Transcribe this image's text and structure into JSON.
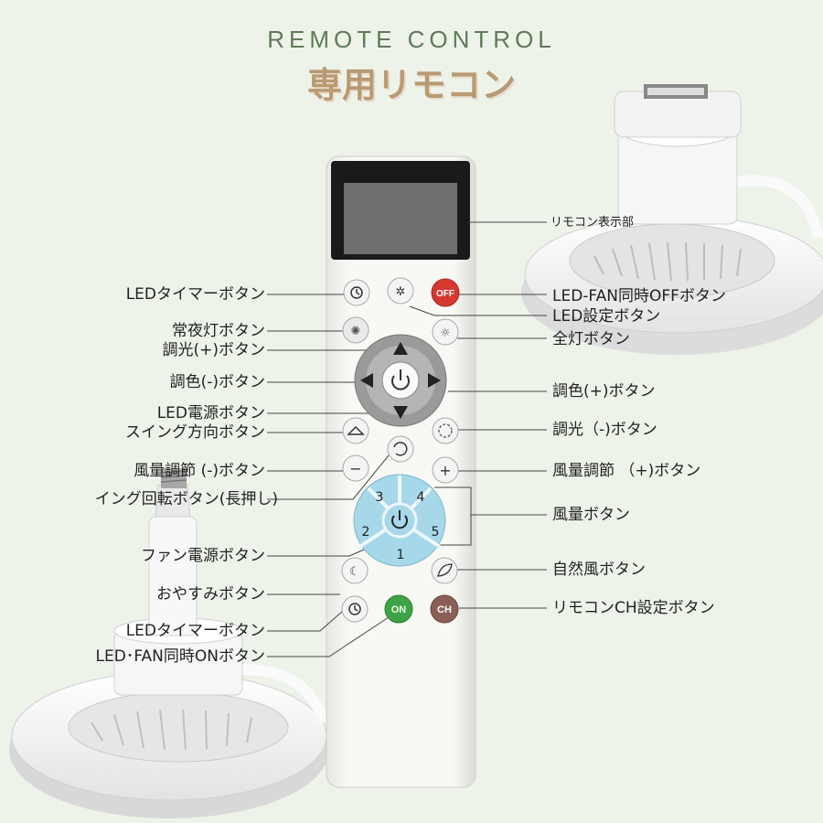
{
  "header": {
    "title_en": "REMOTE CONTROL",
    "title_ja": "専用リモコン"
  },
  "remote": {
    "off_label": "OFF",
    "on_label": "ON",
    "ch_label": "CH",
    "minus_symbol": "−",
    "plus_symbol": "+",
    "speeds": [
      "1",
      "2",
      "3",
      "4",
      "5"
    ]
  },
  "labels": {
    "led_timer_top": "LEDタイマーボタン",
    "night_light": "常夜灯ボタン",
    "dim_up": "調光(+)ボタン",
    "color_down": "調色(-)ボタン",
    "led_power": "LED電源ボタン",
    "swing_direction": "スイング方向ボタン",
    "fan_speed_down": "風量調節 (-)ボタン",
    "swing_rotation": "イング回転ボタン(長押し)",
    "fan_power": "ファン電源ボタン",
    "sleep": "おやすみボタン",
    "led_timer_bottom": "LEDタイマーボタン",
    "led_fan_on": "LED･FAN同時ONボタン",
    "display": "リモコン表示部",
    "led_fan_off": "LED-FAN同時OFFボタン",
    "led_settings": "LED設定ボタン",
    "all_lights": "全灯ボタン",
    "color_up": "調色(+)ボタン",
    "dim_down": "調光（-)ボタン",
    "fan_speed_up": "風量調節 （+)ボタン",
    "fan_speed": "風量ボタン",
    "natural_wind": "自然風ボタン",
    "ch_setting": "リモコンCH設定ボタン"
  },
  "colors": {
    "background": "#eef3ea",
    "title_en": "#5f7a58",
    "title_ja": "#b99a72",
    "off_button": "#d6382f",
    "on_button": "#3ea247",
    "ch_button": "#8a5f56",
    "fan_buttons": "#a6d8ea",
    "dpad": "#9a9a9a"
  }
}
